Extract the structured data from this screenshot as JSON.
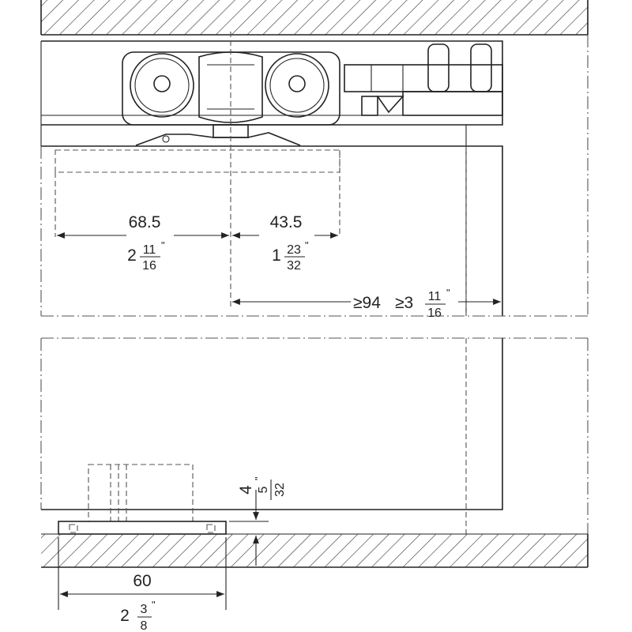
{
  "dimensions": {
    "d1": {
      "mm": "68.5",
      "in_whole": "2",
      "in_num": "11",
      "in_den": "16",
      "inch_mark": "\""
    },
    "d2": {
      "mm": "43.5",
      "in_whole": "1",
      "in_num": "23",
      "in_den": "32",
      "inch_mark": "\""
    },
    "d3": {
      "mm_prefix": "≥94",
      "in_prefix": "≥3",
      "in_num": "11",
      "in_den": "16",
      "inch_mark": "\""
    },
    "d4": {
      "mm": "4",
      "in_num": "5",
      "in_den": "32",
      "inch_mark": "\""
    },
    "d5": {
      "mm": "60",
      "in_whole": "2",
      "in_num": "3",
      "in_den": "8",
      "inch_mark": "\""
    }
  },
  "colors": {
    "line": "#222222",
    "hatch": "#333333",
    "centerline": "#555555",
    "fill": "#ffffff",
    "roller": "#f2f2f2"
  }
}
